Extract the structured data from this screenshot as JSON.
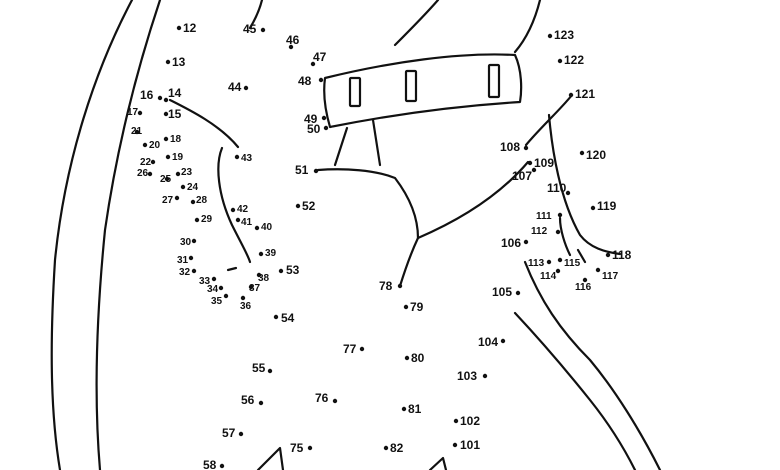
{
  "labels": [
    "12",
    "13",
    "14",
    "15",
    "16",
    "17",
    "18",
    "19",
    "20",
    "21",
    "22",
    "23",
    "24",
    "25",
    "26",
    "27",
    "28",
    "29",
    "30",
    "31",
    "32",
    "33",
    "34",
    "35",
    "36",
    "37",
    "38",
    "39",
    "40",
    "41",
    "42",
    "43",
    "44",
    "45",
    "46",
    "47",
    "48",
    "49",
    "50",
    "51",
    "52",
    "53",
    "54",
    "55",
    "56",
    "57",
    "58",
    "75",
    "76",
    "77",
    "78",
    "79",
    "80",
    "81",
    "82",
    "101",
    "102",
    "103",
    "104",
    "105",
    "106",
    "107",
    "108",
    "109",
    "110",
    "111",
    "112",
    "113",
    "114",
    "115",
    "116",
    "117",
    "118",
    "119",
    "120",
    "121",
    "122",
    "123"
  ]
}
